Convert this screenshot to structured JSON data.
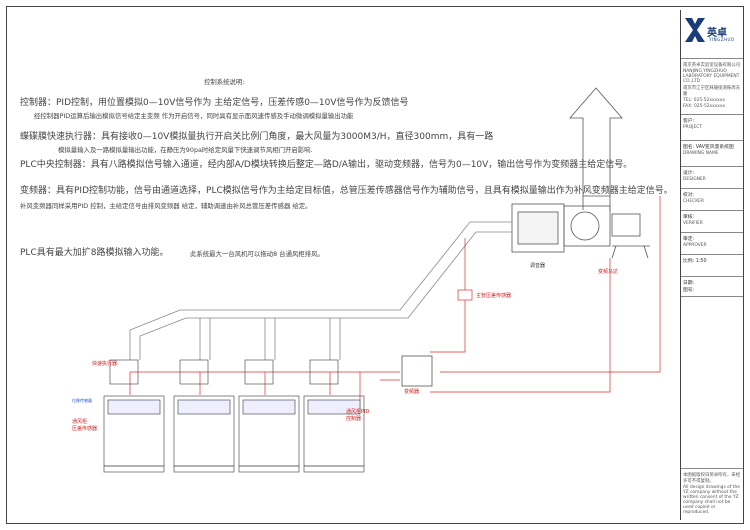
{
  "notes": {
    "title": "控制系统说明:",
    "line1": "控制器：PID控制，用位置模拟0—10V信号作为 主给定信号，压差传感0—10V信号作为反馈信号",
    "line2": "经控制器PID运算后输出模拟信号给定主变频 作为开启信号，同时具有显示面风速传感及手动微调模拟量输出功能",
    "line3": "蝶碟膜快速执行器：具有接收0—10V模拟量执行开启关比例门角度，最大风量为3000M3/H，直径300mm，具有一路",
    "line4": "模拟量输入及一路模拟量输出功能，在静压为90pa时给定风量下快速调节风相门开启影响.",
    "line5": "PLC中央控制器：具有八路模拟信号输入通道，经内部A/D模块转换后整定—路D/A输出，驱动变频器，信号为0—10V，输出信号作为变频器主给定信号。",
    "line6": "变频器：具有PID控制功能，信号由通道选择，PLC模拟信号作为主给定目标值，总管压差传感器信号作为辅助信号，且具有模拟量输出作为补风变频器主给定信号。",
    "line7": "补风变频器同样采用PID 控制，主给定信号由排风变频器 给定，辅助调速由补风总管压差传感器 给定。",
    "line8": "PLC具有最大加扩8路模拟输入功能。",
    "line9": "此系统最大一台风机可以拖动8 台通风柜排风。"
  },
  "labels": {
    "fast_actuator": "快速执行器",
    "damper_box": "调音器",
    "fan_motor": "变频马达",
    "vfd": "变频器",
    "pressure_sensor": "主管压差传感器",
    "pid_controller": "通风柜PID\n控制器",
    "sash_sensor_a": "位移传感器",
    "sash_sensor_b": "通风柜\n压差传感器"
  },
  "title_block": {
    "brand_cn": "英卓",
    "brand_en": "YINGZHUO",
    "company": "南京英卓实验室设备有限公司",
    "company_en": "NANJING YINGZHUO LABORATORY EQUIPMENT CO.,LTD",
    "address": "南京市江宁区秣陵街道秣周东路",
    "tel": "TEL: 025-52xxxxxx",
    "fax": "FAX: 025-52xxxxxx",
    "client_label": "客户:",
    "client_value": "PROJECT",
    "drawing_label": "图名:",
    "drawing_value": "VAV变风量系统图",
    "drawing_no": "DRAWING NAME",
    "designer_label": "设计:",
    "designer_value": "DESIGNER",
    "check_label": "校对:",
    "check_value": "CHECKER",
    "verify_label": "审核:",
    "verify_value": "VERIFIER",
    "approve_label": "审定:",
    "approve_value": "APPROVER",
    "scale_label": "比例: 1:50",
    "date_label": "日期:",
    "sheet_label": "图号:",
    "notice_cn": "本图纸版权归英卓所有，未经许可不得复制。",
    "notice_en": "All design drawings of the YZ company without the written consent of the YZ company shall not be used copied or reproduced."
  }
}
